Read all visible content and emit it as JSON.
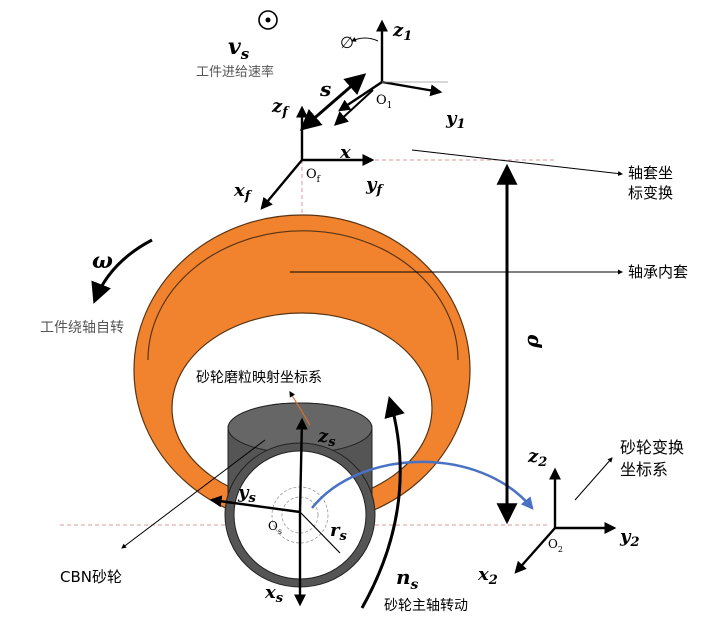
{
  "colors": {
    "ring": "#F2832E",
    "ring_edge": "#5a3414",
    "wheel_dark": "#555555",
    "arc_blue": "#4A72C4"
  },
  "labels": {
    "vs_var": "v",
    "vs_sub": "s",
    "feed_rate": "工件进给速率",
    "phi": "∅",
    "z1_var": "z",
    "z1_sub": "1",
    "y1_var": "y",
    "y1_sub": "1",
    "O1": "O",
    "O1_sub": "1",
    "s": "s",
    "zf_var": "z",
    "zf_sub": "f",
    "x_axis": "x",
    "xf_var": "x",
    "xf_sub": "f",
    "yf_var": "y",
    "yf_sub": "f",
    "Of": "O",
    "Of_sub": "f",
    "sleeve_transform_1": "轴套坐",
    "sleeve_transform_2": "标变换",
    "omega": "ω",
    "inner_race": "轴承内套",
    "self_rotation": "工件绕轴自转",
    "rho": "ρ",
    "abrasive_map": "砂轮磨粒映射坐标系",
    "zs_var": "z",
    "zs_sub": "s",
    "ys_var": "y",
    "ys_sub": "s",
    "rs_var": "r",
    "rs_sub": "s",
    "Os": "O",
    "Os_sub": "s",
    "xs_var": "x",
    "xs_sub": "s",
    "ns_var": "n",
    "ns_sub": "s",
    "spindle_rotation": "砂轮主轴转动",
    "cbn_wheel": "CBN砂轮",
    "wheel_transform_1": "砂轮变换",
    "wheel_transform_2": "坐标系",
    "z2_var": "z",
    "z2_sub": "2",
    "y2_var": "y",
    "y2_sub": "2",
    "x2_var": "x",
    "x2_sub": "2",
    "O2": "O",
    "O2_sub": "2"
  }
}
